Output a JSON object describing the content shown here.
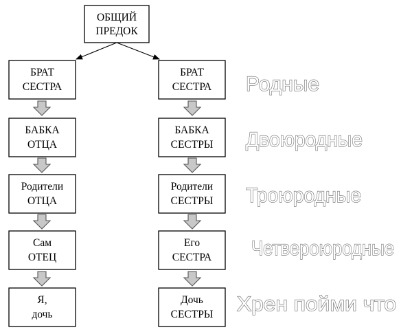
{
  "root": {
    "lines": [
      "ОБЩИЙ",
      "ПРЕДОК"
    ]
  },
  "left_branch": [
    {
      "lines": [
        "БРАТ",
        "СЕСТРА"
      ]
    },
    {
      "lines": [
        "БАБКА",
        "ОТЦА"
      ]
    },
    {
      "lines": [
        "Родители",
        "ОТЦА"
      ]
    },
    {
      "lines": [
        "Сам",
        "ОТЕЦ"
      ]
    },
    {
      "lines": [
        "Я,",
        "дочь"
      ]
    }
  ],
  "right_branch": [
    {
      "lines": [
        "БРАТ",
        "СЕСТРА"
      ]
    },
    {
      "lines": [
        "БАБКА",
        "СЕСТРЫ"
      ]
    },
    {
      "lines": [
        "Родители",
        "СЕСТРЫ"
      ]
    },
    {
      "lines": [
        "Его",
        "СЕСТРА"
      ]
    },
    {
      "lines": [
        "Дочь",
        "СЕСТРЫ"
      ]
    }
  ],
  "tier_labels": [
    "Родные",
    "Двоюродные",
    "Троюродные",
    "Четвероюродные",
    "Хрен пойми что"
  ],
  "colors": {
    "arrow_fill": "#c8c8c8",
    "label_outline": "#6a6a6a",
    "box_border": "#000000"
  }
}
